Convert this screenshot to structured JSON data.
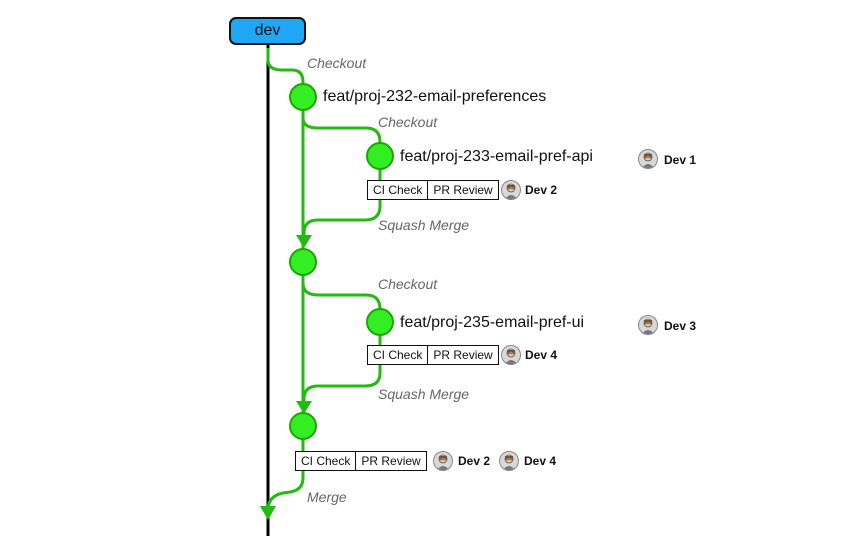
{
  "root_branch": "dev",
  "actions": {
    "checkout": "Checkout",
    "squash_merge": "Squash Merge",
    "merge": "Merge"
  },
  "branches": [
    {
      "label": "feat/proj-232-email-preferences"
    },
    {
      "label": "feat/proj-233-email-pref-api",
      "owner": "Dev 1"
    },
    {
      "label": "feat/proj-235-email-pref-ui",
      "owner": "Dev 3"
    }
  ],
  "checks": {
    "ci": "CI Check",
    "pr": "PR Review"
  },
  "reviewers": {
    "api_pr": "Dev 2",
    "ui_pr": "Dev 4",
    "final_1": "Dev 2",
    "final_2": "Dev 4"
  },
  "colors": {
    "node_fill": "#33ee22",
    "node_stroke": "#1aa800",
    "edge": "#22bb11",
    "root_fill": "#1ea7f5",
    "main_line": "#000000"
  },
  "icons": {
    "avatar": "developer-avatar-icon"
  }
}
